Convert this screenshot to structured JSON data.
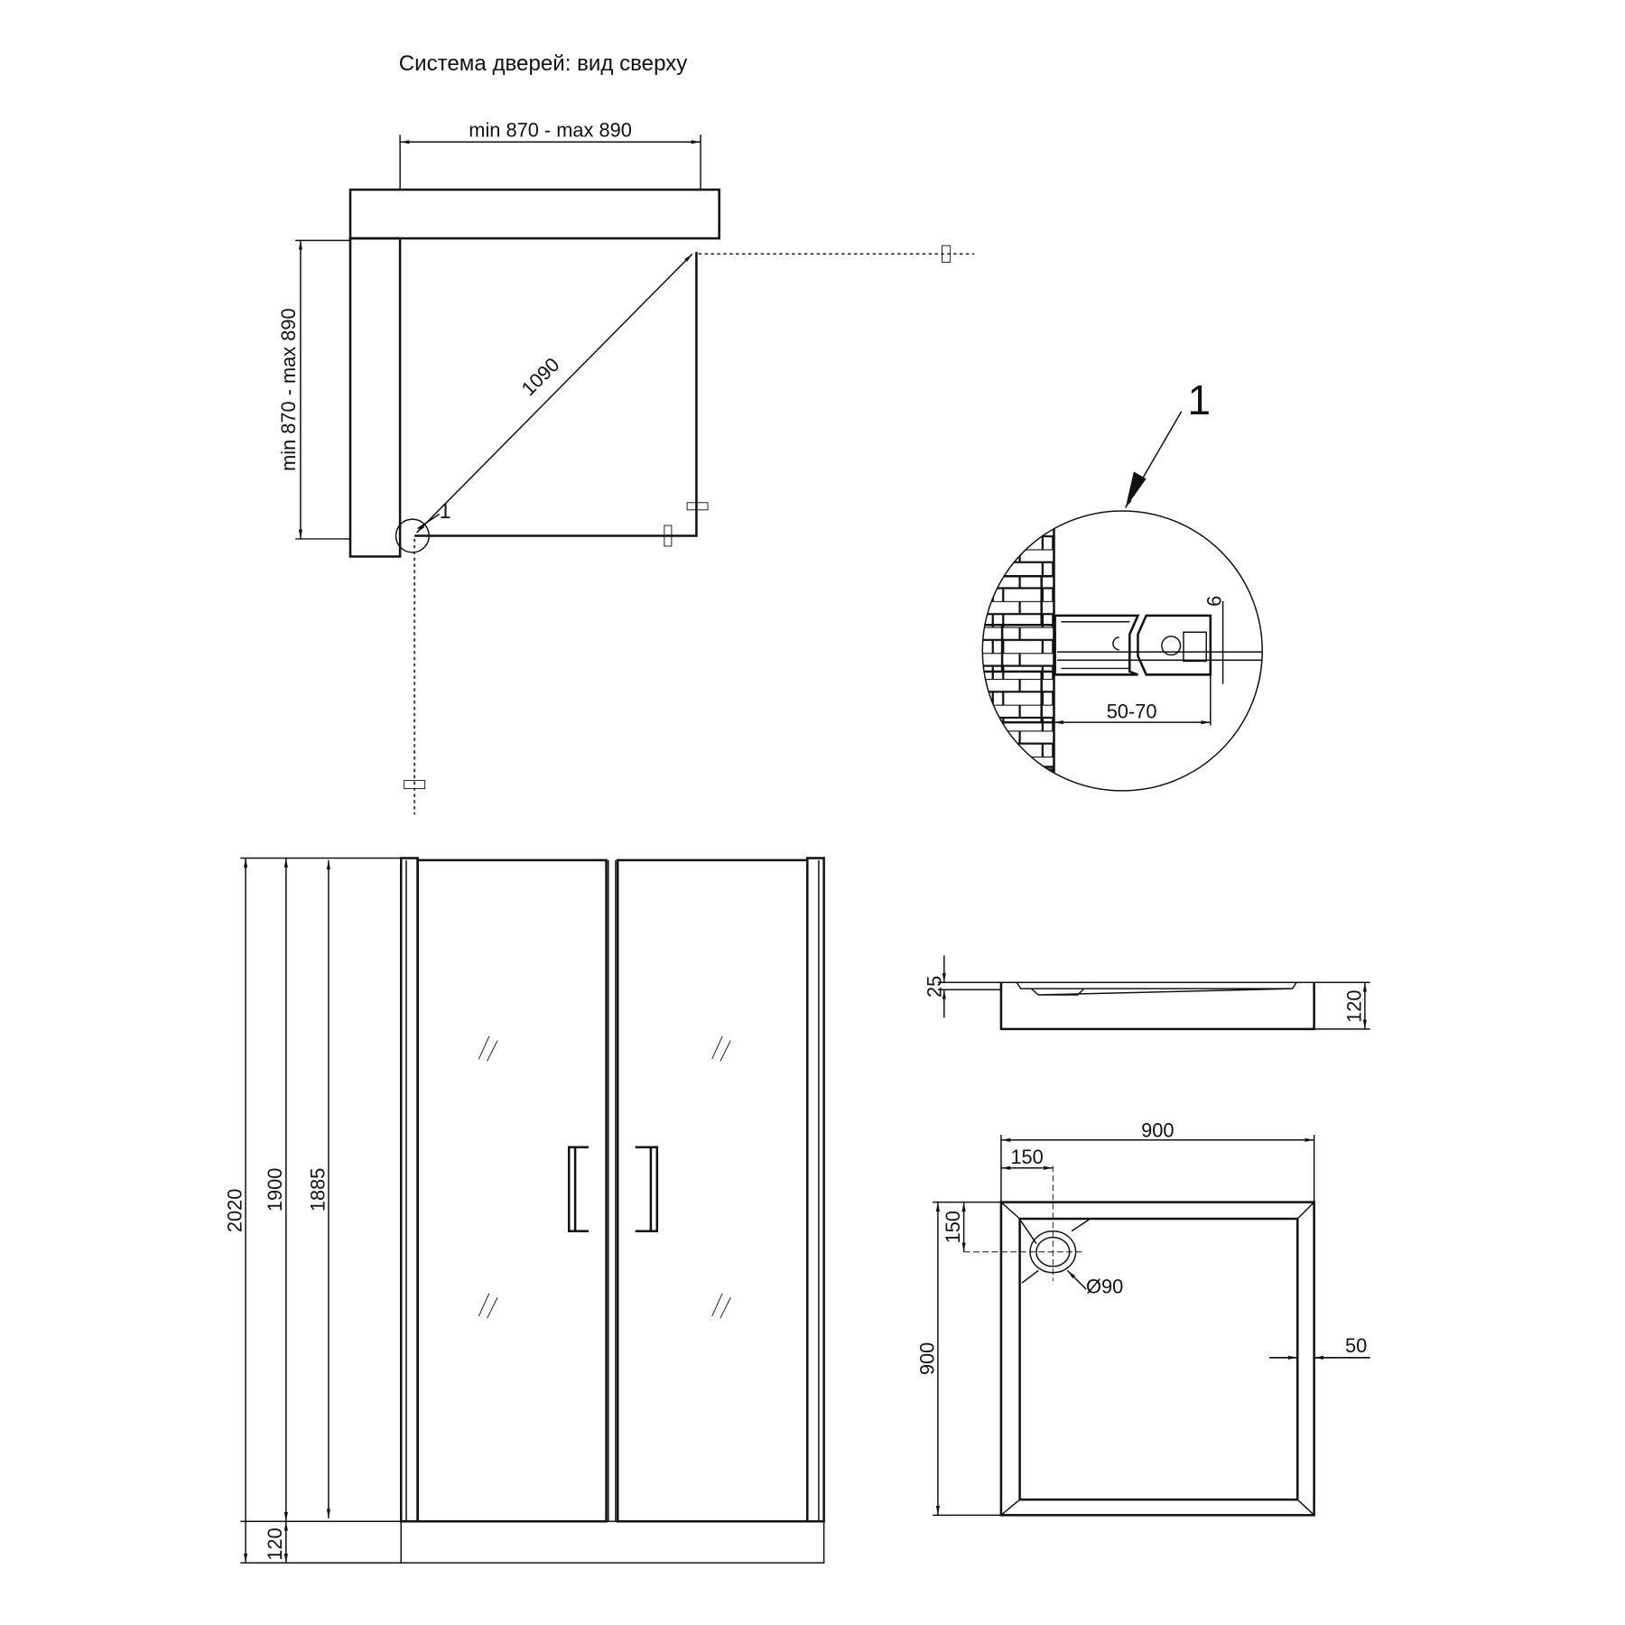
{
  "title": "Система дверей: вид сверху",
  "top_view": {
    "width_dim": "min 870 - max 890",
    "depth_dim": "min 870 - max 890",
    "diagonal_dim": "1090",
    "detail_marker": "1"
  },
  "detail": {
    "callout": "1",
    "range_dim": "50-70",
    "glass_dim": "6"
  },
  "front_view": {
    "total_height": "2020",
    "frame_height": "1900",
    "door_height": "1885",
    "tray_height": "120"
  },
  "tray_side": {
    "rim_dim": "25",
    "height_dim": "120"
  },
  "tray_plan": {
    "width": "900",
    "depth": "900",
    "drain_offset_x": "150",
    "drain_offset_y": "150",
    "drain_diameter": "Ø90",
    "rim_width": "50"
  }
}
